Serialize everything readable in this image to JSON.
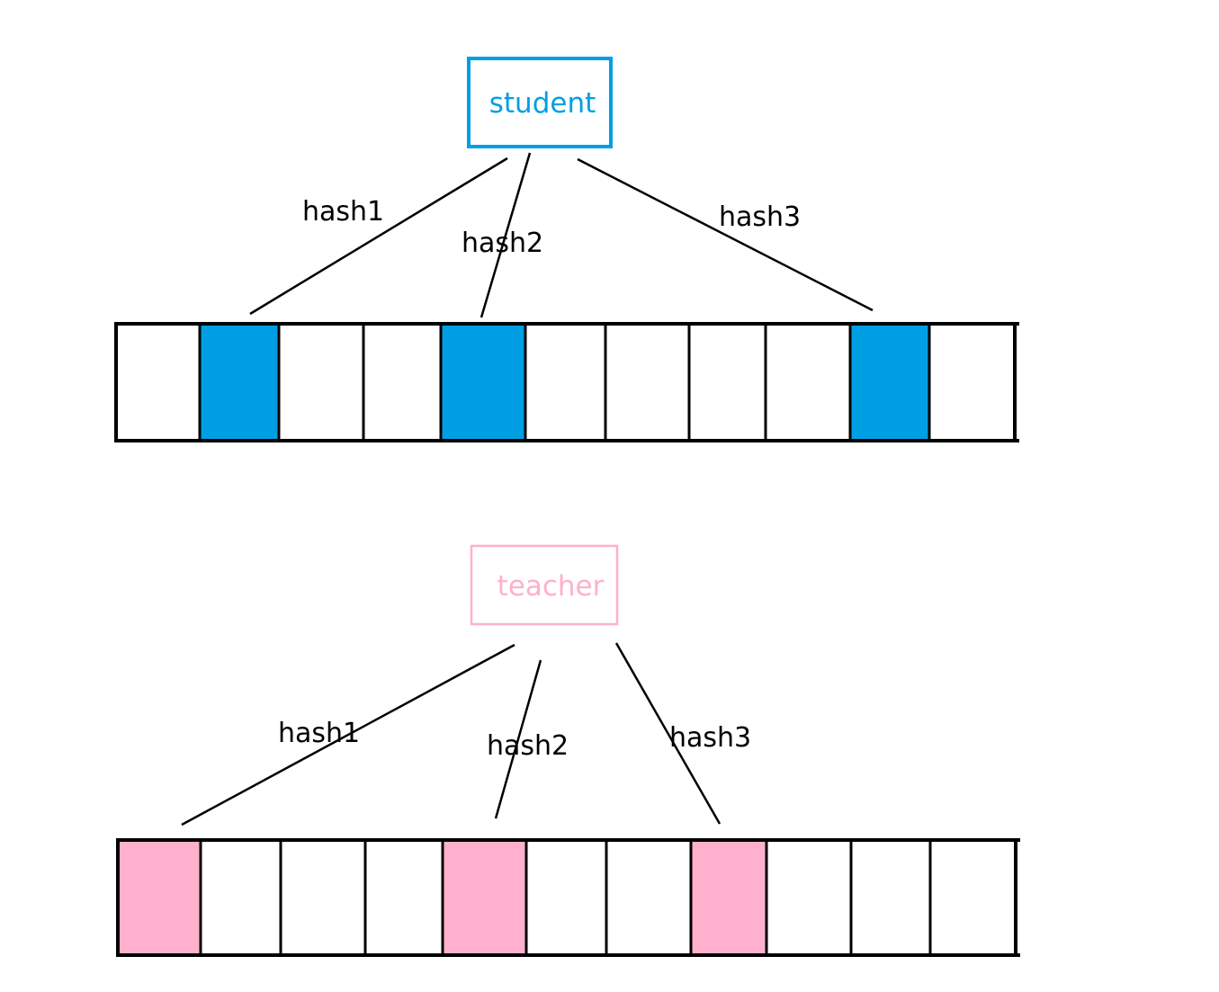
{
  "colors": {
    "student": "#009fe3",
    "teacher": "#ffb0cc",
    "stroke": "#000000",
    "empty": "#ffffff"
  },
  "groups": [
    {
      "key": "student",
      "color_ref": "student",
      "box_style": "bold-border",
      "cell_count": 11,
      "filled_cells": [
        1,
        4,
        9
      ],
      "hashes": [
        {
          "label": "hash1",
          "target_cell": 1
        },
        {
          "label": "hash2",
          "target_cell": 4
        },
        {
          "label": "hash3",
          "target_cell": 9
        }
      ]
    },
    {
      "key": "teacher",
      "color_ref": "teacher",
      "box_style": "thin-border",
      "cell_count": 11,
      "filled_cells": [
        0,
        4,
        7
      ],
      "hashes": [
        {
          "label": "hash1",
          "target_cell": 0
        },
        {
          "label": "hash2",
          "target_cell": 4
        },
        {
          "label": "hash3",
          "target_cell": 7
        }
      ]
    }
  ]
}
